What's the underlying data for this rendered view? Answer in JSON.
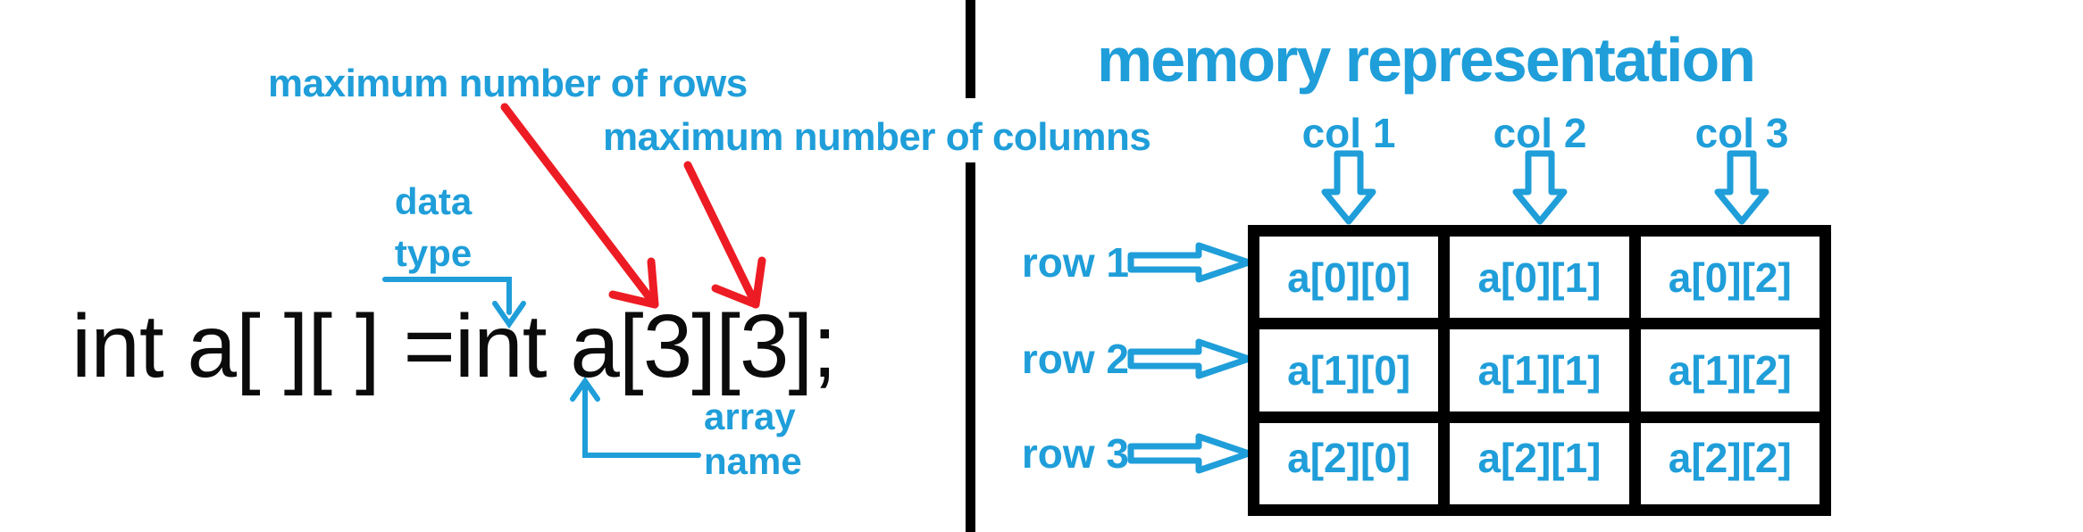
{
  "colors": {
    "accent-blue": "#1f9ed9",
    "accent-red": "#ed1c24",
    "ink": "#0b0b0b"
  },
  "left_panel": {
    "declaration_code": "int a[ ][ ] =int a[3][3];",
    "rows_annotation": "maximum number of rows",
    "columns_annotation": "maximum number of columns",
    "data_type_label_line1": "data",
    "data_type_label_line2": "type",
    "array_name_label_line1": "array",
    "array_name_label_line2": "name"
  },
  "right_panel": {
    "title": "memory representation",
    "column_labels": [
      "col 1",
      "col 2",
      "col 3"
    ],
    "row_labels": [
      "row 1",
      "row 2",
      "row 3"
    ],
    "grid_cells": [
      [
        "a[0][0]",
        "a[0][1]",
        "a[0][2]"
      ],
      [
        "a[1][0]",
        "a[1][1]",
        "a[1][2]"
      ],
      [
        "a[2][0]",
        "a[2][1]",
        "a[2][2]"
      ]
    ]
  }
}
